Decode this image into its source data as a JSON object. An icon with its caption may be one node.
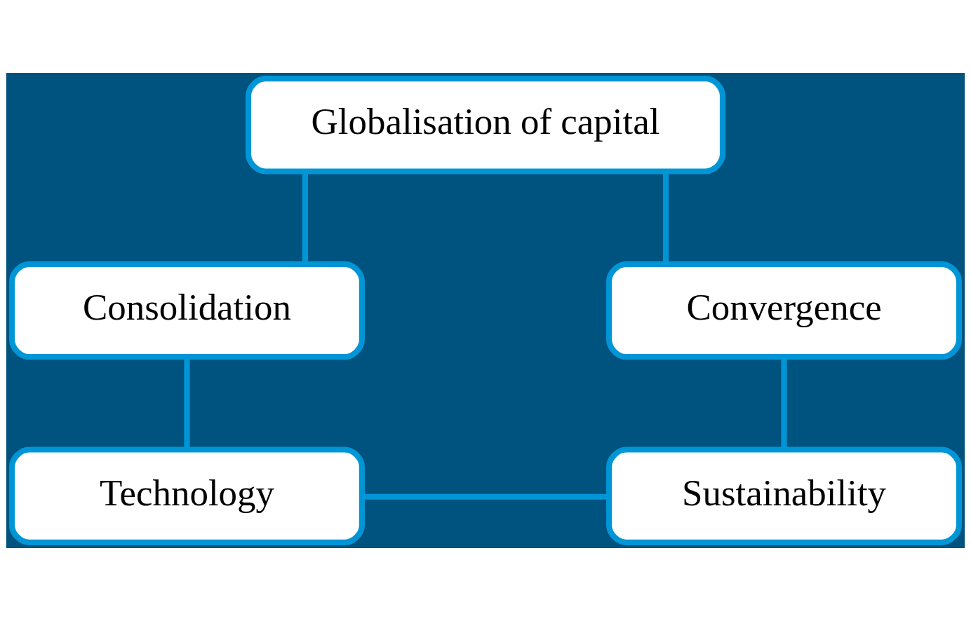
{
  "diagram": {
    "nodes": [
      {
        "text": [
          "Globalisation of capital"
        ]
      },
      {
        "text": [
          "Consolidation"
        ]
      },
      {
        "text": [
          "Convergence"
        ]
      },
      {
        "text": [
          "Technology"
        ]
      },
      {
        "text": [
          "Sustainability"
        ]
      }
    ],
    "edges": [
      {
        "from": 0,
        "to": 1,
        "arrow": "none"
      },
      {
        "from": 0,
        "to": 2,
        "arrow": "none"
      },
      {
        "from": 1,
        "to": 3,
        "arrow": "none"
      },
      {
        "from": 2,
        "to": 4,
        "arrow": "none"
      },
      {
        "from": 3,
        "to": 4,
        "arrow": "none"
      }
    ]
  }
}
